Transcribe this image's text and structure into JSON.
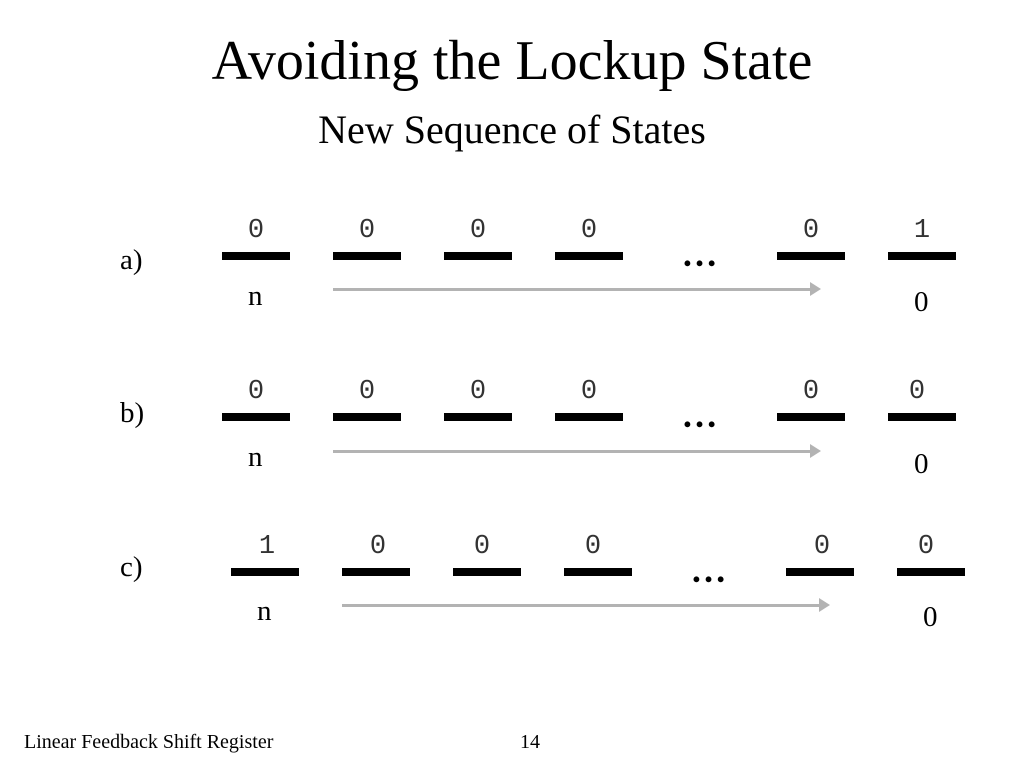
{
  "title": "Avoiding the Lockup State",
  "subtitle": "New Sequence of States",
  "rows": [
    {
      "label": "a)",
      "bits": [
        "0",
        "0",
        "0",
        "0",
        "0",
        "1"
      ],
      "ellipsis": "…",
      "start_index": "n",
      "end_index": "0"
    },
    {
      "label": "b)",
      "bits": [
        "0",
        "0",
        "0",
        "0",
        "0",
        "0"
      ],
      "ellipsis": "…",
      "start_index": "n",
      "end_index": "0"
    },
    {
      "label": "c)",
      "bits": [
        "1",
        "0",
        "0",
        "0",
        "0",
        "0"
      ],
      "ellipsis": "…",
      "start_index": "n",
      "end_index": "0"
    }
  ],
  "footer": {
    "left": "Linear Feedback Shift Register",
    "page_number": "14"
  }
}
